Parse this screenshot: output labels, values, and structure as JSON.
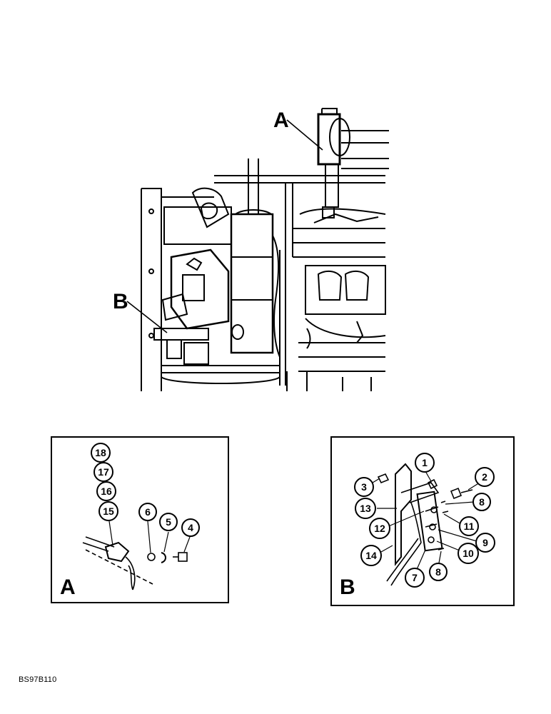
{
  "main_view": {
    "label_a": "A",
    "label_b": "B"
  },
  "detail_a": {
    "panel_letter": "A",
    "callouts": [
      "18",
      "17",
      "16",
      "15",
      "6",
      "5",
      "4"
    ]
  },
  "detail_b": {
    "panel_letter": "B",
    "callouts": [
      "1",
      "2",
      "3",
      "8",
      "13",
      "11",
      "12",
      "9",
      "14",
      "10",
      "8",
      "7"
    ]
  },
  "figure_code": "BS97B110",
  "colors": {
    "ink": "#000000",
    "paper": "#ffffff"
  }
}
